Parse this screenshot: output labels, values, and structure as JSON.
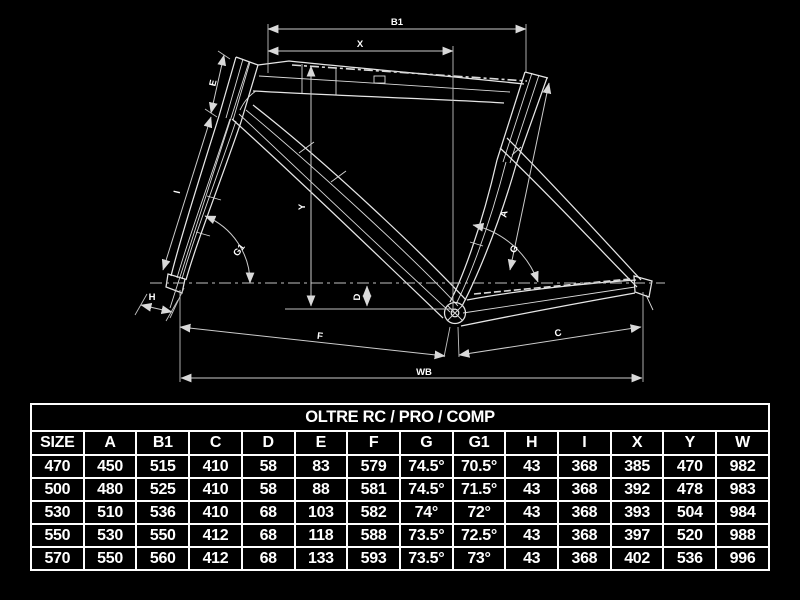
{
  "diagram": {
    "labels": {
      "b1": "B1",
      "x": "X",
      "e": "E",
      "i": "I",
      "y": "Y",
      "a": "A",
      "g": "G",
      "g1": "G1",
      "h": "H",
      "d": "D",
      "f": "F",
      "c": "C",
      "wb": "WB"
    }
  },
  "table": {
    "title": "OLTRE RC / PRO / COMP",
    "headers": [
      "SIZE",
      "A",
      "B1",
      "C",
      "D",
      "E",
      "F",
      "G",
      "G1",
      "H",
      "I",
      "X",
      "Y",
      "W"
    ],
    "rows": [
      [
        "470",
        "450",
        "515",
        "410",
        "58",
        "83",
        "579",
        "74.5°",
        "70.5°",
        "43",
        "368",
        "385",
        "470",
        "982"
      ],
      [
        "500",
        "480",
        "525",
        "410",
        "58",
        "88",
        "581",
        "74.5°",
        "71.5°",
        "43",
        "368",
        "392",
        "478",
        "983"
      ],
      [
        "530",
        "510",
        "536",
        "410",
        "68",
        "103",
        "582",
        "74°",
        "72°",
        "43",
        "368",
        "393",
        "504",
        "984"
      ],
      [
        "550",
        "530",
        "550",
        "412",
        "68",
        "118",
        "588",
        "73.5°",
        "72.5°",
        "43",
        "368",
        "397",
        "520",
        "988"
      ],
      [
        "570",
        "550",
        "560",
        "412",
        "68",
        "133",
        "593",
        "73.5°",
        "73°",
        "43",
        "368",
        "402",
        "536",
        "996"
      ]
    ]
  },
  "colors": {
    "background": "#000000",
    "frame_line": "#e6e6e6",
    "dimension_line": "#cccccc",
    "text": "#ffffff",
    "table_border": "#fdfdfd"
  }
}
